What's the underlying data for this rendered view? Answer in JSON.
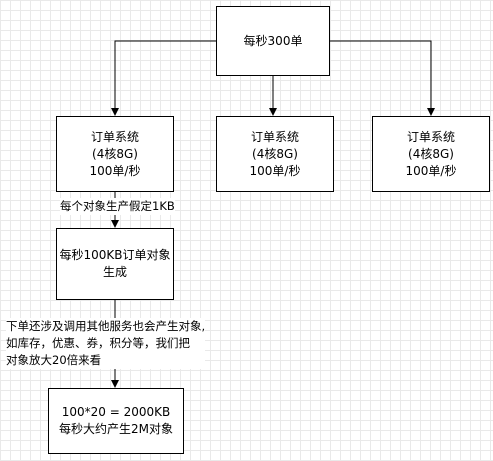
{
  "diagram": {
    "top_box": {
      "label": "每秒300单"
    },
    "order_boxes": [
      {
        "line1": "订单系统",
        "line2": "(4核8G)",
        "line3": "100单/秒"
      },
      {
        "line1": "订单系统",
        "line2": "(4核8G)",
        "line3": "100单/秒"
      },
      {
        "line1": "订单系统",
        "line2": "(4核8G)",
        "line3": "100单/秒"
      }
    ],
    "edge_note_1": "每个对象生产假定1KB",
    "gen_box": {
      "line1": "每秒100KB订单对象",
      "line2": "生成"
    },
    "edge_note_2": {
      "line1": "下单还涉及调用其他服务也会产生对象,",
      "line2": "如库存，优惠、券，积分等，我们把",
      "line3": "对象放大20倍来看"
    },
    "result_box": {
      "line1": "100*20 = 2000KB",
      "line2": "每秒大约产生2M对象"
    },
    "colors": {
      "stroke": "#000000",
      "grid": "#e9e9e9",
      "background": "#ffffff"
    }
  }
}
